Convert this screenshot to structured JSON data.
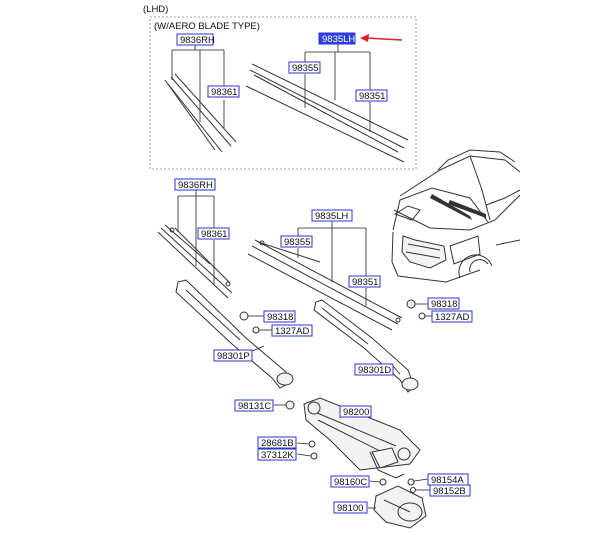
{
  "header": {
    "region": "(LHD)"
  },
  "aero_group": {
    "title": "(W/AERO BLADE TYPE)"
  },
  "labels": {
    "aero_rh": "9836RH",
    "aero_lh": "9835LH",
    "aero_98361": "98361",
    "aero_98355": "98355",
    "aero_98351": "98351",
    "rh": "9836RH",
    "lh": "9835LH",
    "p98361": "98361",
    "p98355": "98355",
    "p98351": "98351",
    "p98318_left": "98318",
    "p1327ad_left": "1327AD",
    "p98318_right": "98318",
    "p1327ad_right": "1327AD",
    "p98301p": "98301P",
    "p98301d": "98301D",
    "p98131c": "98131C",
    "p98200": "98200",
    "p28681b": "28681B",
    "p37312k": "37312K",
    "p98160c": "98160C",
    "p98154a": "98154A",
    "p98152b": "98152B",
    "p98100": "98100"
  },
  "colors": {
    "label_border": "#2a36d0",
    "selected_fill": "#2f3fe0",
    "pointer_arrow": "#e0202a"
  }
}
